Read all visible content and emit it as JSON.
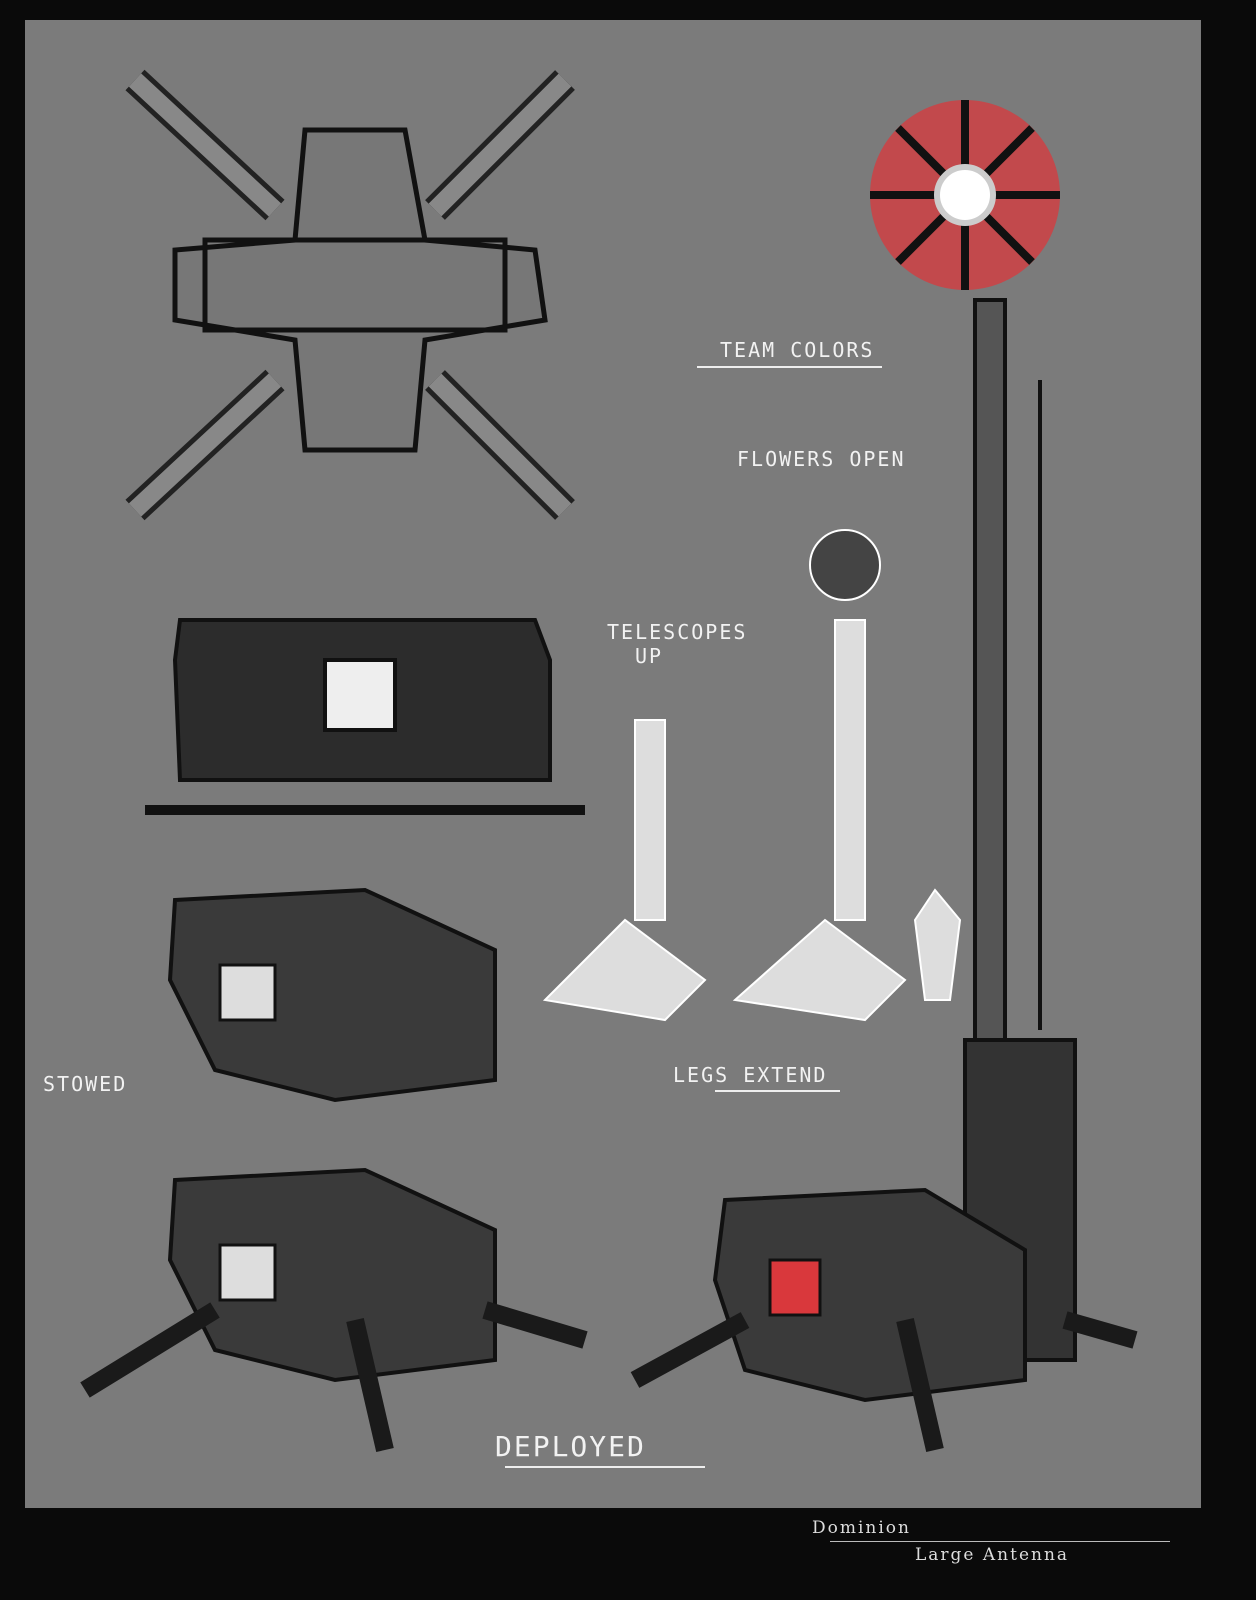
{
  "labels": {
    "team_colors": "Team Colors",
    "flowers_open": "Flowers Open",
    "telescopes_up": "Telescopes",
    "telescopes_up_2": "Up",
    "legs_extend": "Legs Extend",
    "stowed": "Stowed",
    "deployed": "Deployed"
  },
  "footer": {
    "title": "Dominion",
    "subtitle": "Large Antenna"
  },
  "colors": {
    "background": "#7b7b7b",
    "border": "#0a0a0a",
    "team_red": "#d9383c"
  }
}
